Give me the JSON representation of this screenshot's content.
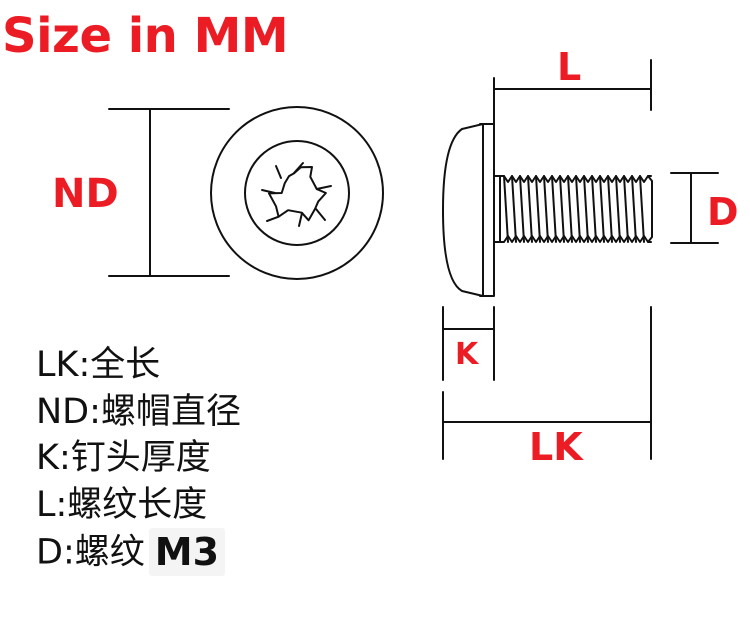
{
  "title": "Size in MM",
  "dimensions": {
    "nd": "ND",
    "l": "L",
    "d": "D",
    "k": "K",
    "lk": "LK"
  },
  "legend": [
    {
      "code": "LK",
      "sep": ":",
      "desc": "全长",
      "value": ""
    },
    {
      "code": "ND",
      "sep": ":",
      "desc": "螺帽直径",
      "value": ""
    },
    {
      "code": "K",
      "sep": ":",
      "desc": "钉头厚度",
      "value": ""
    },
    {
      "code": "L",
      "sep": ":",
      "desc": "螺纹长度",
      "value": ""
    },
    {
      "code": "D",
      "sep": ":",
      "desc": "螺纹",
      "value": "M3"
    }
  ],
  "colors": {
    "label_red": "#ec1c24",
    "line": "#111111",
    "text": "#111111"
  },
  "icons": {
    "screw_head_top_view": "torx-screw-head-icon",
    "screw_side_view": "button-head-screw-icon"
  }
}
